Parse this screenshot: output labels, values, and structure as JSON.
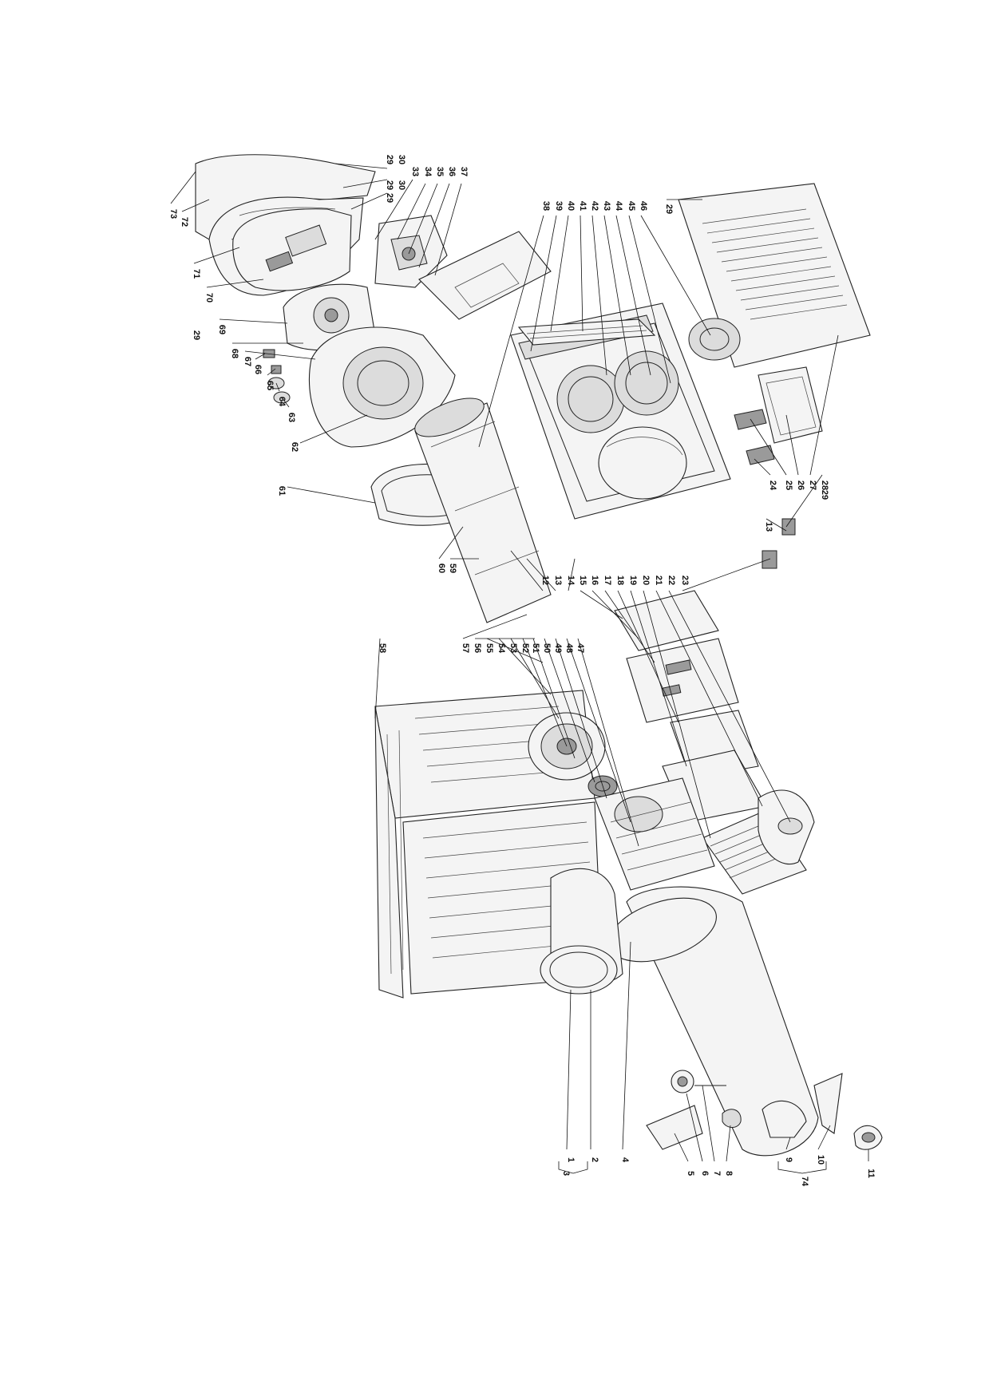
{
  "diagram": {
    "labels": [
      "1",
      "2",
      "3",
      "4",
      "5",
      "6",
      "7",
      "8",
      "9",
      "10",
      "11",
      "12",
      "13",
      "14",
      "15",
      "16",
      "17",
      "18",
      "19",
      "20",
      "21",
      "22",
      "23",
      "24",
      "25",
      "26",
      "27",
      "28",
      "29",
      "30",
      "33",
      "34",
      "35",
      "36",
      "37",
      "38",
      "39",
      "40",
      "41",
      "42",
      "43",
      "44",
      "45",
      "46",
      "47",
      "48",
      "49",
      "50",
      "51",
      "52",
      "53",
      "54",
      "55",
      "56",
      "57",
      "58",
      "59",
      "60",
      "61",
      "62",
      "63",
      "64",
      "65",
      "66",
      "67",
      "68",
      "69",
      "70",
      "71",
      "72",
      "73",
      "74"
    ]
  }
}
